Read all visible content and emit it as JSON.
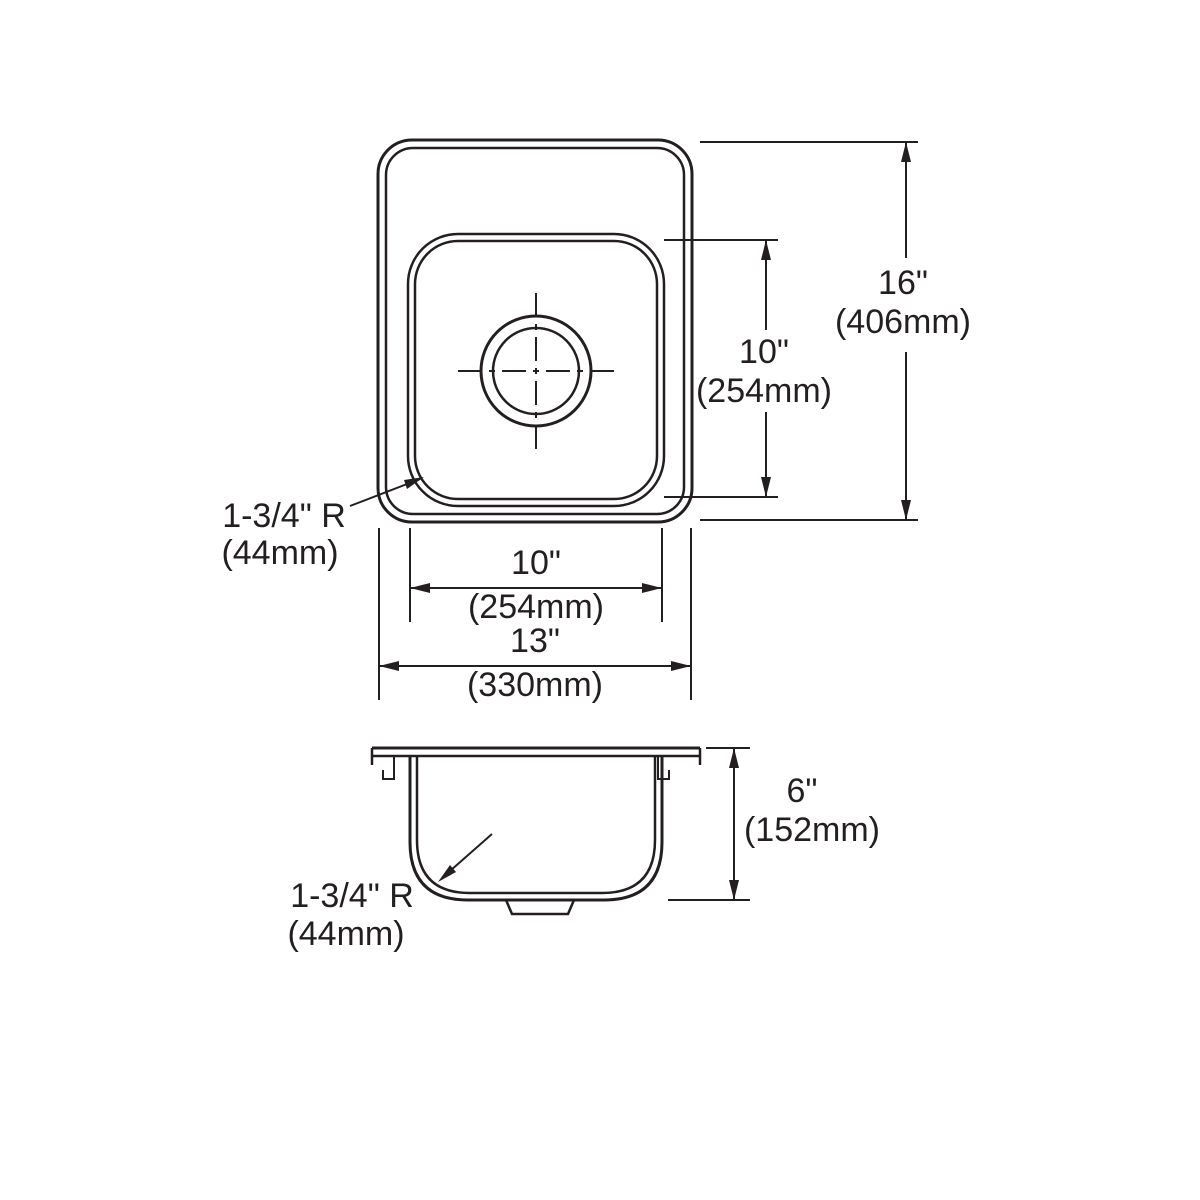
{
  "page": {
    "background": "#ffffff"
  },
  "drawing": {
    "stroke_color": "#231f20",
    "type": "sink-dimension-drawing",
    "top_view": {
      "overall_height_in": "16\"",
      "overall_height_mm": "(406mm)",
      "bowl_length_in": "10\"",
      "bowl_length_mm": "(254mm)",
      "bowl_width_in": "10\"",
      "bowl_width_mm": "(254mm)",
      "overall_width_in": "13\"",
      "overall_width_mm": "(330mm)",
      "corner_radius_in": "1-3/4\" R",
      "corner_radius_mm": "(44mm)"
    },
    "side_view": {
      "depth_in": "6\"",
      "depth_mm": "(152mm)",
      "bottom_radius_in": "1-3/4\" R",
      "bottom_radius_mm": "(44mm)"
    }
  }
}
